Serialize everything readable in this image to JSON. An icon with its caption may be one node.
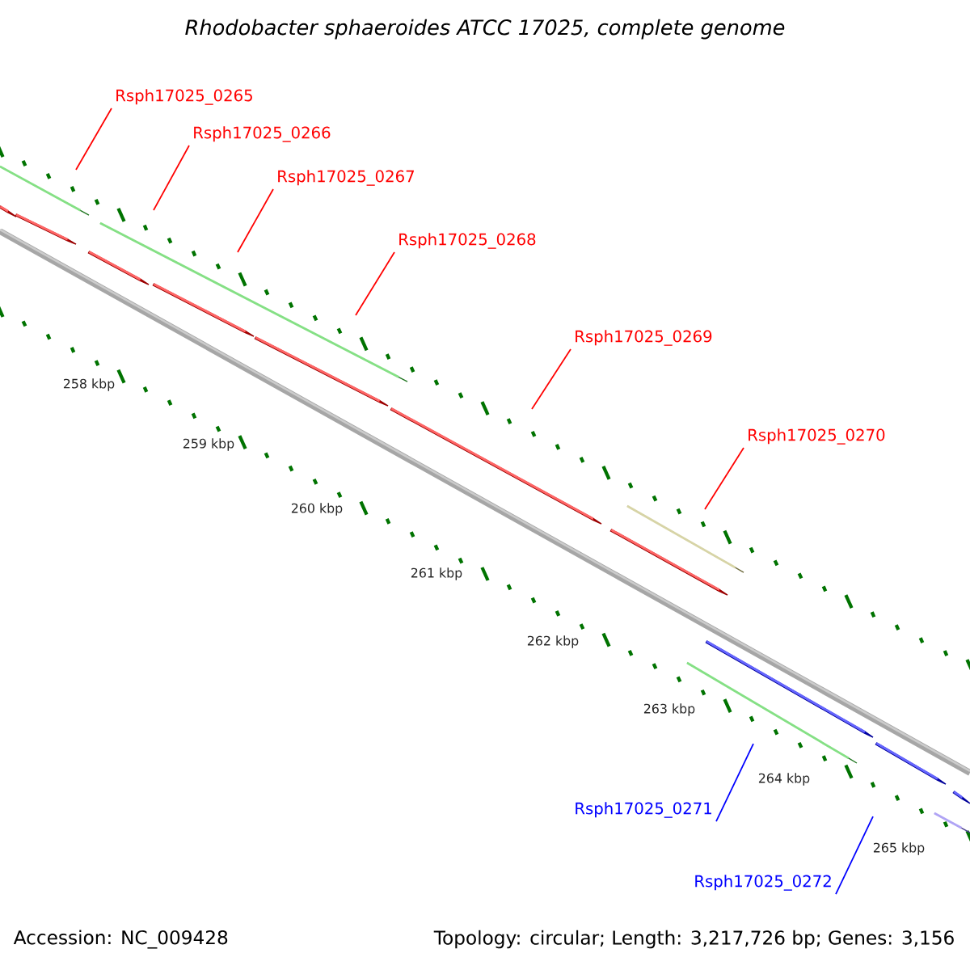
{
  "diagram": {
    "title": "Rhodobacter sphaeroides ATCC 17025, complete genome",
    "nodes": [
      {
        "text": [
          "Rsph17025_0265"
        ]
      },
      {
        "text": [
          "Rsph17025_0266"
        ]
      },
      {
        "text": [
          "Rsph17025_0267"
        ]
      },
      {
        "text": [
          "Rsph17025_0268"
        ]
      },
      {
        "text": [
          "Rsph17025_0269"
        ]
      },
      {
        "text": [
          "Rsph17025_0270"
        ]
      },
      {
        "text": [
          "Rsph17025_0271"
        ]
      },
      {
        "text": [
          "Rsph17025_0272"
        ]
      }
    ],
    "edges": [
      {
        "from": 0,
        "to": null,
        "arrow": "none"
      },
      {
        "from": 1,
        "to": null,
        "arrow": "none"
      },
      {
        "from": 2,
        "to": null,
        "arrow": "none"
      },
      {
        "from": 3,
        "to": null,
        "arrow": "none"
      },
      {
        "from": 4,
        "to": null,
        "arrow": "none"
      },
      {
        "from": 5,
        "to": null,
        "arrow": "none"
      },
      {
        "from": 6,
        "to": null,
        "arrow": "none",
        "color": "#0000ff"
      },
      {
        "from": 7,
        "to": null,
        "arrow": "none",
        "color": "#0000ff"
      }
    ],
    "labels": [
      "258 kbp",
      "259 kbp",
      "260 kbp",
      "261 kbp",
      "262 kbp",
      "263 kbp",
      "264 kbp",
      "265 kbp",
      "Accession: NC_009428",
      "Topology: circular; Length: 3,217,726 bp; Genes: 3,156"
    ]
  }
}
